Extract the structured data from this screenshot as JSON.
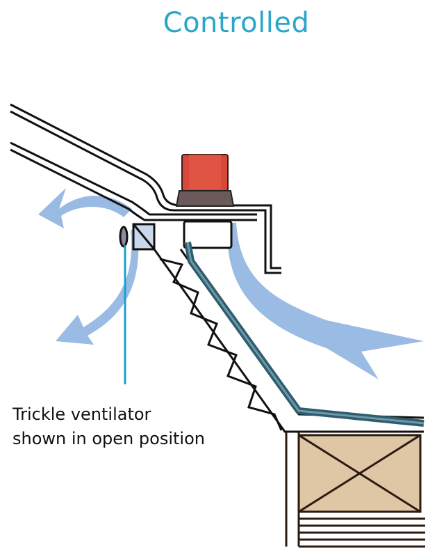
{
  "title": "Controlled",
  "caption": {
    "line1": "Trickle ventilator",
    "line2": "shown in open position"
  },
  "colors": {
    "title": "#2aa6c8",
    "airflow": "#8fb4e0",
    "leader_line": "#1aa0d0",
    "glazing_bar": "#2f5d6e",
    "fitting": "#d9473a",
    "timber": "#dfc6a4",
    "outline": "#111111"
  },
  "diagram": {
    "parts": [
      "roof-glazing-bars",
      "red-cap-fitting",
      "trickle-ventilator",
      "airflow-arrows",
      "sloped-frame",
      "timber-plate"
    ]
  }
}
